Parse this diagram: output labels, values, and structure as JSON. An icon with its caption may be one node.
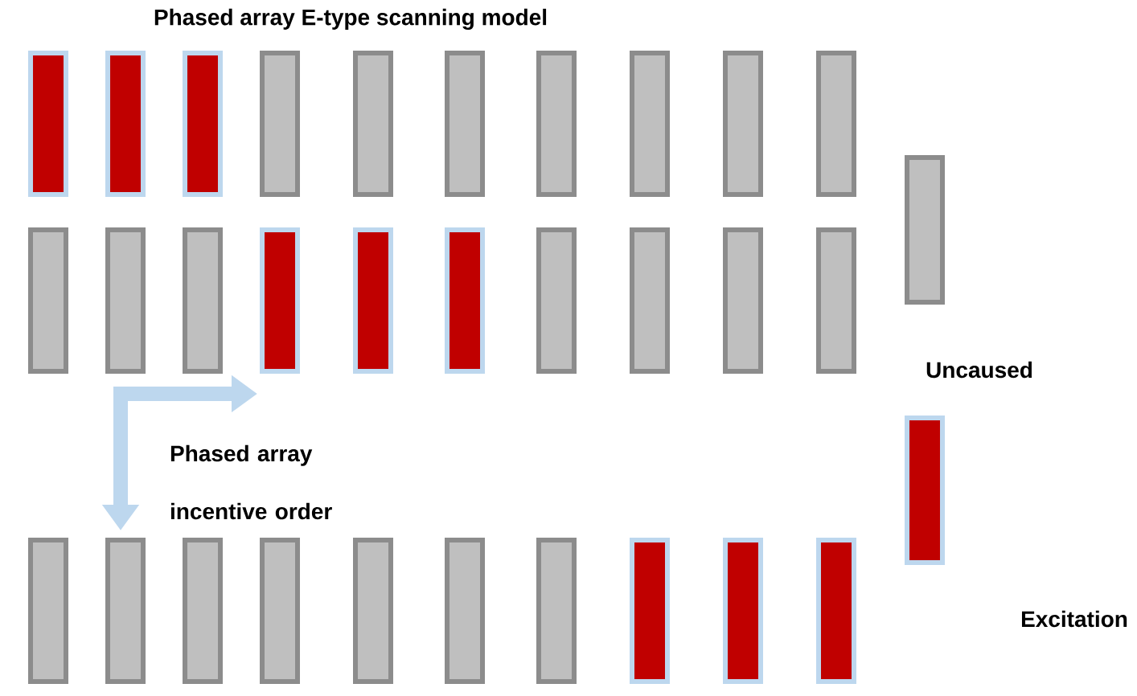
{
  "diagram": {
    "title": "Phased array E-type scanning model",
    "labels": [
      "Phased array incentive order"
    ],
    "legend": [
      {
        "text": "Uncaused",
        "color": "#bfbfbf"
      },
      {
        "text": "Excitation",
        "color": "#c00000"
      }
    ]
  }
}
